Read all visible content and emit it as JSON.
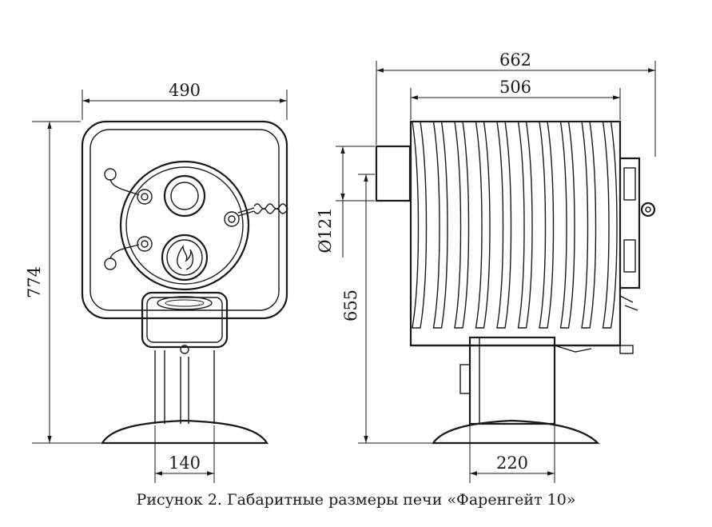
{
  "dimensions": {
    "front_width": "490",
    "front_height": "774",
    "front_stand_width": "140",
    "side_total_width": "662",
    "side_body_width": "506",
    "side_flue_diameter": "Ø121",
    "side_height": "655",
    "side_stand_width": "220"
  },
  "caption": "Рисунок 2. Габаритные размеры печи «Фаренгейт 10»"
}
